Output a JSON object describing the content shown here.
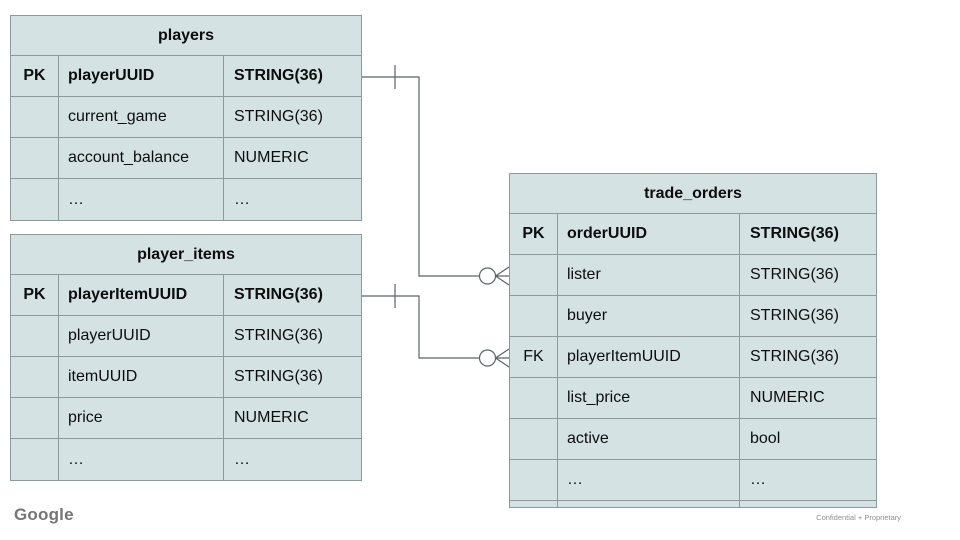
{
  "slide": {
    "logo_text": "Google",
    "footer_note": "Confidential + Proprietary"
  },
  "colors": {
    "table_fill": "#d4e2e4",
    "table_border": "#8d999b",
    "connector": "#5b6466",
    "logo_color": "#757575",
    "footer_note_color": "#8f8f8f",
    "text": "#0d0d0d"
  },
  "tables": {
    "players": {
      "title": "players",
      "rows": [
        {
          "key": "PK",
          "name": "playerUUID",
          "type": "STRING(36)"
        },
        {
          "key": "",
          "name": "current_game",
          "type": "STRING(36)"
        },
        {
          "key": "",
          "name": "account_balance",
          "type": "NUMERIC"
        },
        {
          "key": "",
          "name": "…",
          "type": "…"
        }
      ]
    },
    "player_items": {
      "title": "player_items",
      "rows": [
        {
          "key": "PK",
          "name": "playerItemUUID",
          "type": "STRING(36)"
        },
        {
          "key": "",
          "name": "playerUUID",
          "type": "STRING(36)"
        },
        {
          "key": "",
          "name": "itemUUID",
          "type": "STRING(36)"
        },
        {
          "key": "",
          "name": "price",
          "type": "NUMERIC"
        },
        {
          "key": "",
          "name": "…",
          "type": "…"
        }
      ]
    },
    "trade_orders": {
      "title": "trade_orders",
      "rows": [
        {
          "key": "PK",
          "name": "orderUUID",
          "type": "STRING(36)"
        },
        {
          "key": "",
          "name": "lister",
          "type": "STRING(36)"
        },
        {
          "key": "",
          "name": "buyer",
          "type": "STRING(36)"
        },
        {
          "key": "FK",
          "name": "playerItemUUID",
          "type": "STRING(36)"
        },
        {
          "key": "",
          "name": "list_price",
          "type": "NUMERIC"
        },
        {
          "key": "",
          "name": "active",
          "type": "bool"
        },
        {
          "key": "",
          "name": "…",
          "type": "…"
        }
      ]
    }
  },
  "relationships": [
    {
      "from_table": "players",
      "from_field": "playerUUID",
      "to_table": "trade_orders",
      "to_field": "lister",
      "from_cardinality": "one",
      "to_cardinality": "zero-or-many"
    },
    {
      "from_table": "player_items",
      "from_field": "playerItemUUID",
      "to_table": "trade_orders",
      "to_field": "playerItemUUID",
      "from_cardinality": "one",
      "to_cardinality": "zero-or-many"
    }
  ]
}
